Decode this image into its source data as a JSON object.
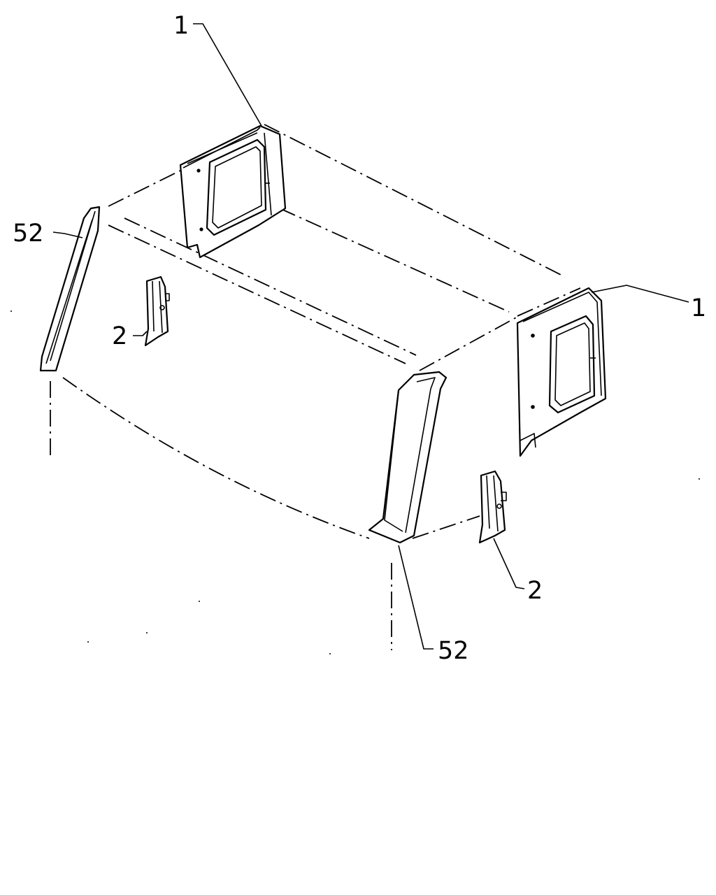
{
  "labels": {
    "panel_left_callout": "1",
    "panel_right_callout": "1",
    "trim_left_callout": "52",
    "trim_right_callout": "52",
    "bracket_left_callout": "2",
    "bracket_right_callout": "2"
  }
}
